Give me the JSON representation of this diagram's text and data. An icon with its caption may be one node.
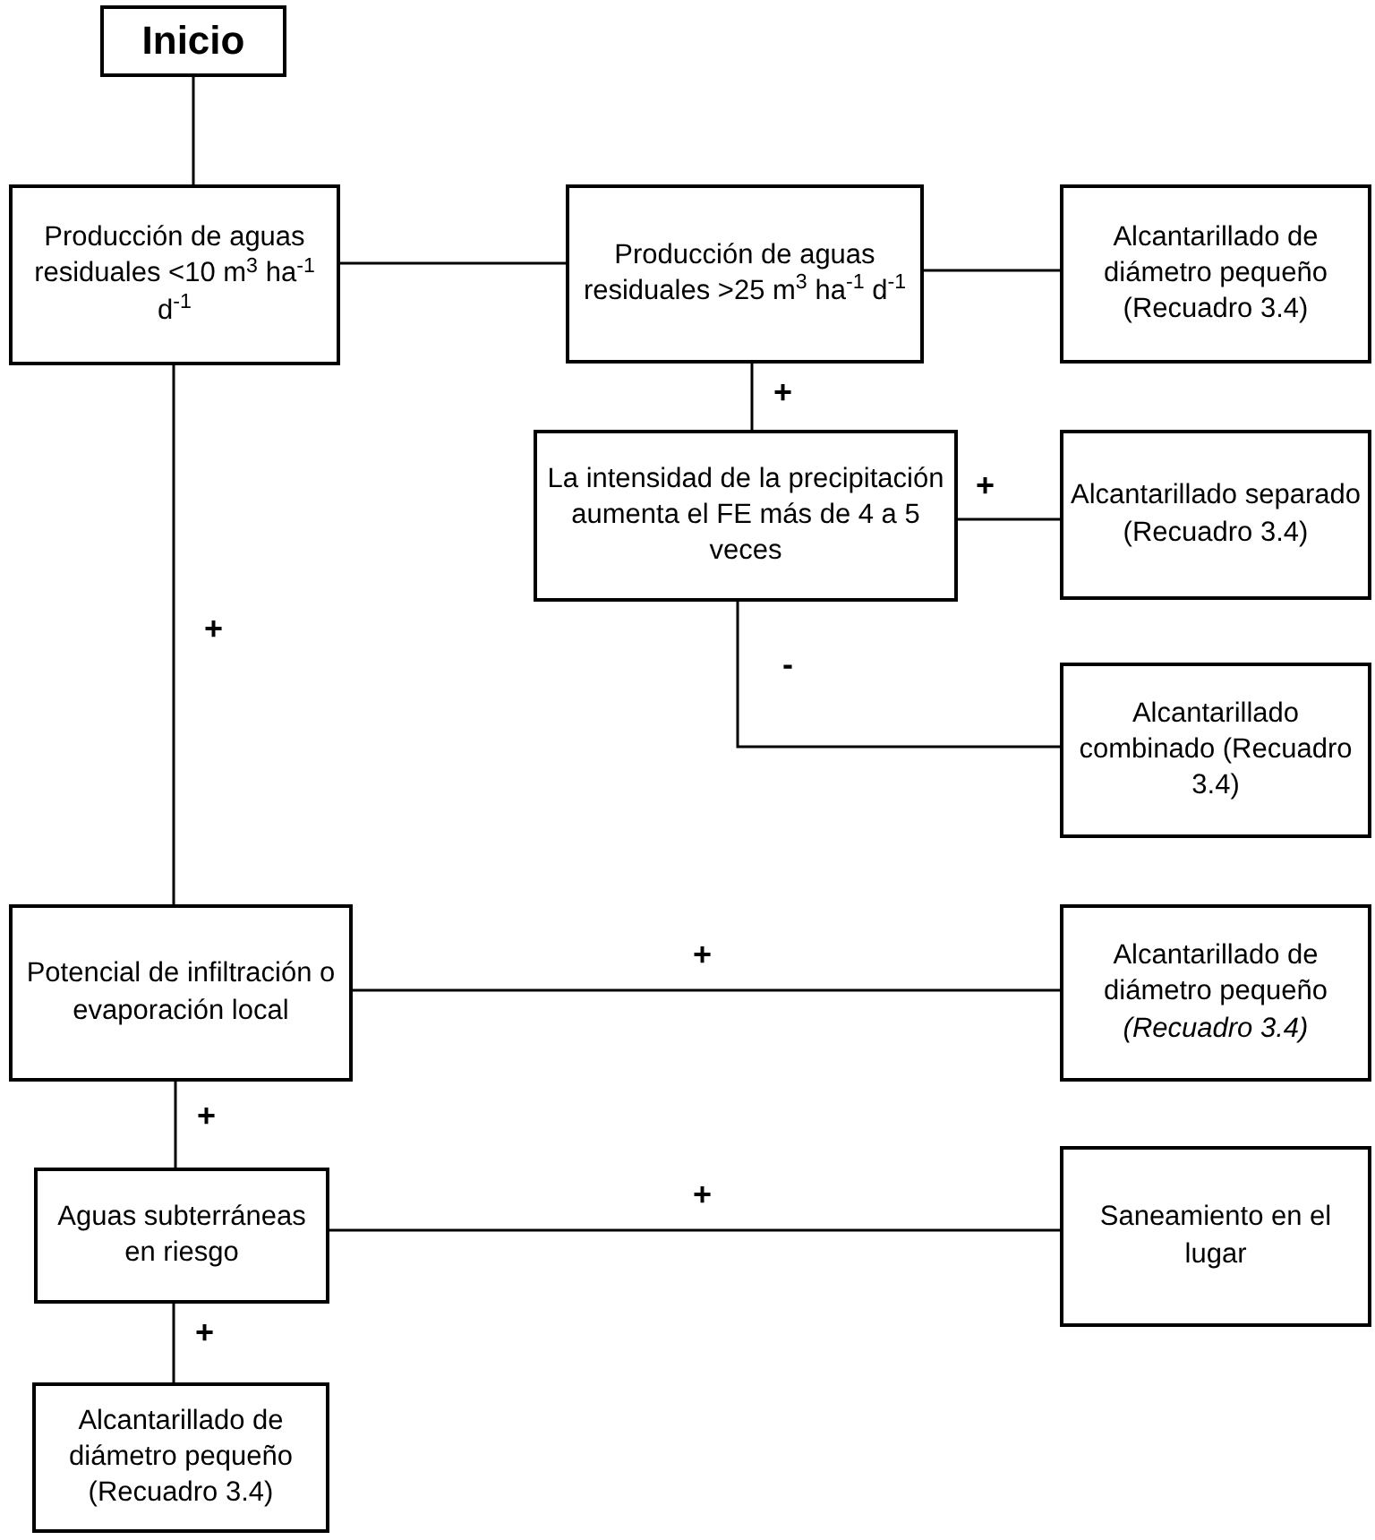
{
  "diagram": {
    "nodes": [
      {
        "text": [
          "Inicio"
        ]
      },
      {
        "text": [
          "Producción de aguas residuales <10 m$^{3}$ ha$^{-1}$ d$^{-1}$"
        ]
      },
      {
        "text": [
          "Producción de aguas residuales >25 m$^{3}$ ha$^{-1}$ d$^{-1}$"
        ]
      },
      {
        "text": [
          "Alcantarillado de diámetro pequeño (Recuadro 3.4)"
        ]
      },
      {
        "text": [
          "La intensidad de la precipitación aumenta el FE más de 4 a 5 veces"
        ]
      },
      {
        "text": [
          "Alcantarillado separado (Recuadro 3.4)"
        ]
      },
      {
        "text": [
          "Alcantarillado combinado (Recuadro 3.4)"
        ]
      },
      {
        "text": [
          "Potencial de infiltración o evaporación local"
        ]
      },
      {
        "text": [
          "Alcantarillado de diámetro pequeño *(Recuadro 3.4)*"
        ]
      },
      {
        "text": [
          "Aguas subterráneas en riesgo"
        ]
      },
      {
        "text": [
          "Saneamiento en el lugar"
        ]
      },
      {
        "text": [
          "Alcantarillado de diámetro pequeño (Recuadro 3.4)"
        ]
      }
    ],
    "edges": [
      {
        "from": 0,
        "to": 1,
        "arrow": "none"
      },
      {
        "from": 1,
        "to": 2,
        "arrow": "none"
      },
      {
        "from": 2,
        "to": 3,
        "arrow": "none"
      },
      {
        "from": 2,
        "to": 4,
        "arrow": "none",
        "label": "+"
      },
      {
        "from": 4,
        "to": 5,
        "arrow": "none",
        "label": "+"
      },
      {
        "from": 4,
        "to": 6,
        "arrow": "none",
        "label": "-"
      },
      {
        "from": 1,
        "to": 7,
        "arrow": "none",
        "label": "+"
      },
      {
        "from": 7,
        "to": 8,
        "arrow": "none",
        "label": "+"
      },
      {
        "from": 7,
        "to": 9,
        "arrow": "none",
        "label": "+"
      },
      {
        "from": 9,
        "to": 10,
        "arrow": "none",
        "label": "+"
      },
      {
        "from": 9,
        "to": 11,
        "arrow": "none",
        "label": "+"
      }
    ]
  }
}
